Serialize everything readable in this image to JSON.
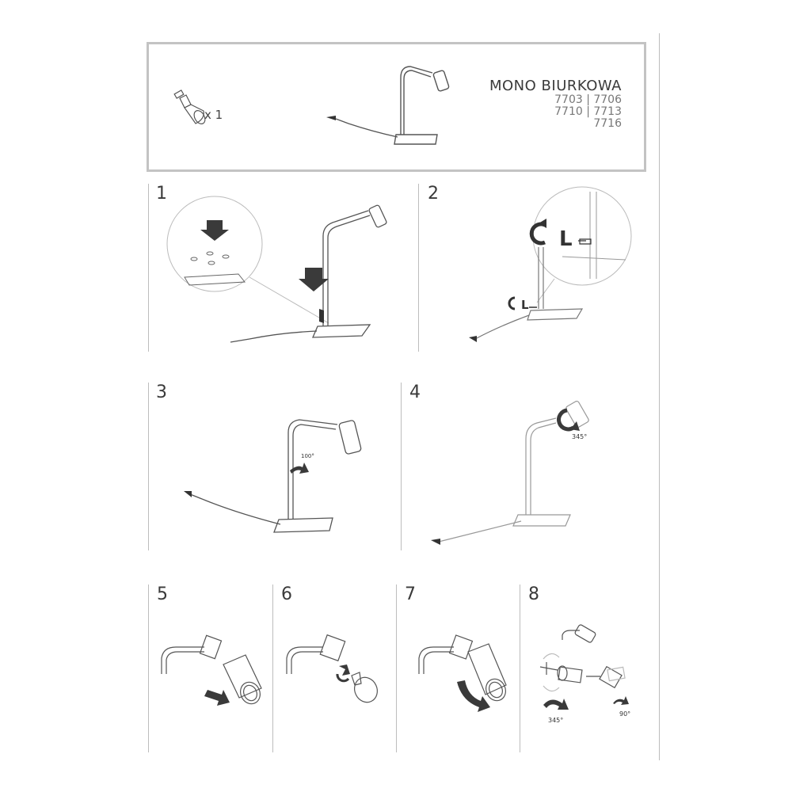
{
  "header": {
    "title": "MONO BIURKOWA",
    "codes": [
      "7703 | 7706",
      "7710 | 7713",
      "7716"
    ],
    "bulb_quantity": "x 1"
  },
  "steps": [
    {
      "number": "1"
    },
    {
      "number": "2",
      "label": "L"
    },
    {
      "number": "3",
      "angle": "100°"
    },
    {
      "number": "4",
      "angle": "345°"
    },
    {
      "number": "5"
    },
    {
      "number": "6"
    },
    {
      "number": "7"
    },
    {
      "number": "8",
      "angle_a": "345°",
      "angle_b": "90°"
    }
  ],
  "colors": {
    "line": "#555555",
    "light_line": "#bbbbbb",
    "arrow": "#3a3a3a",
    "frame": "#c3c3c3"
  }
}
